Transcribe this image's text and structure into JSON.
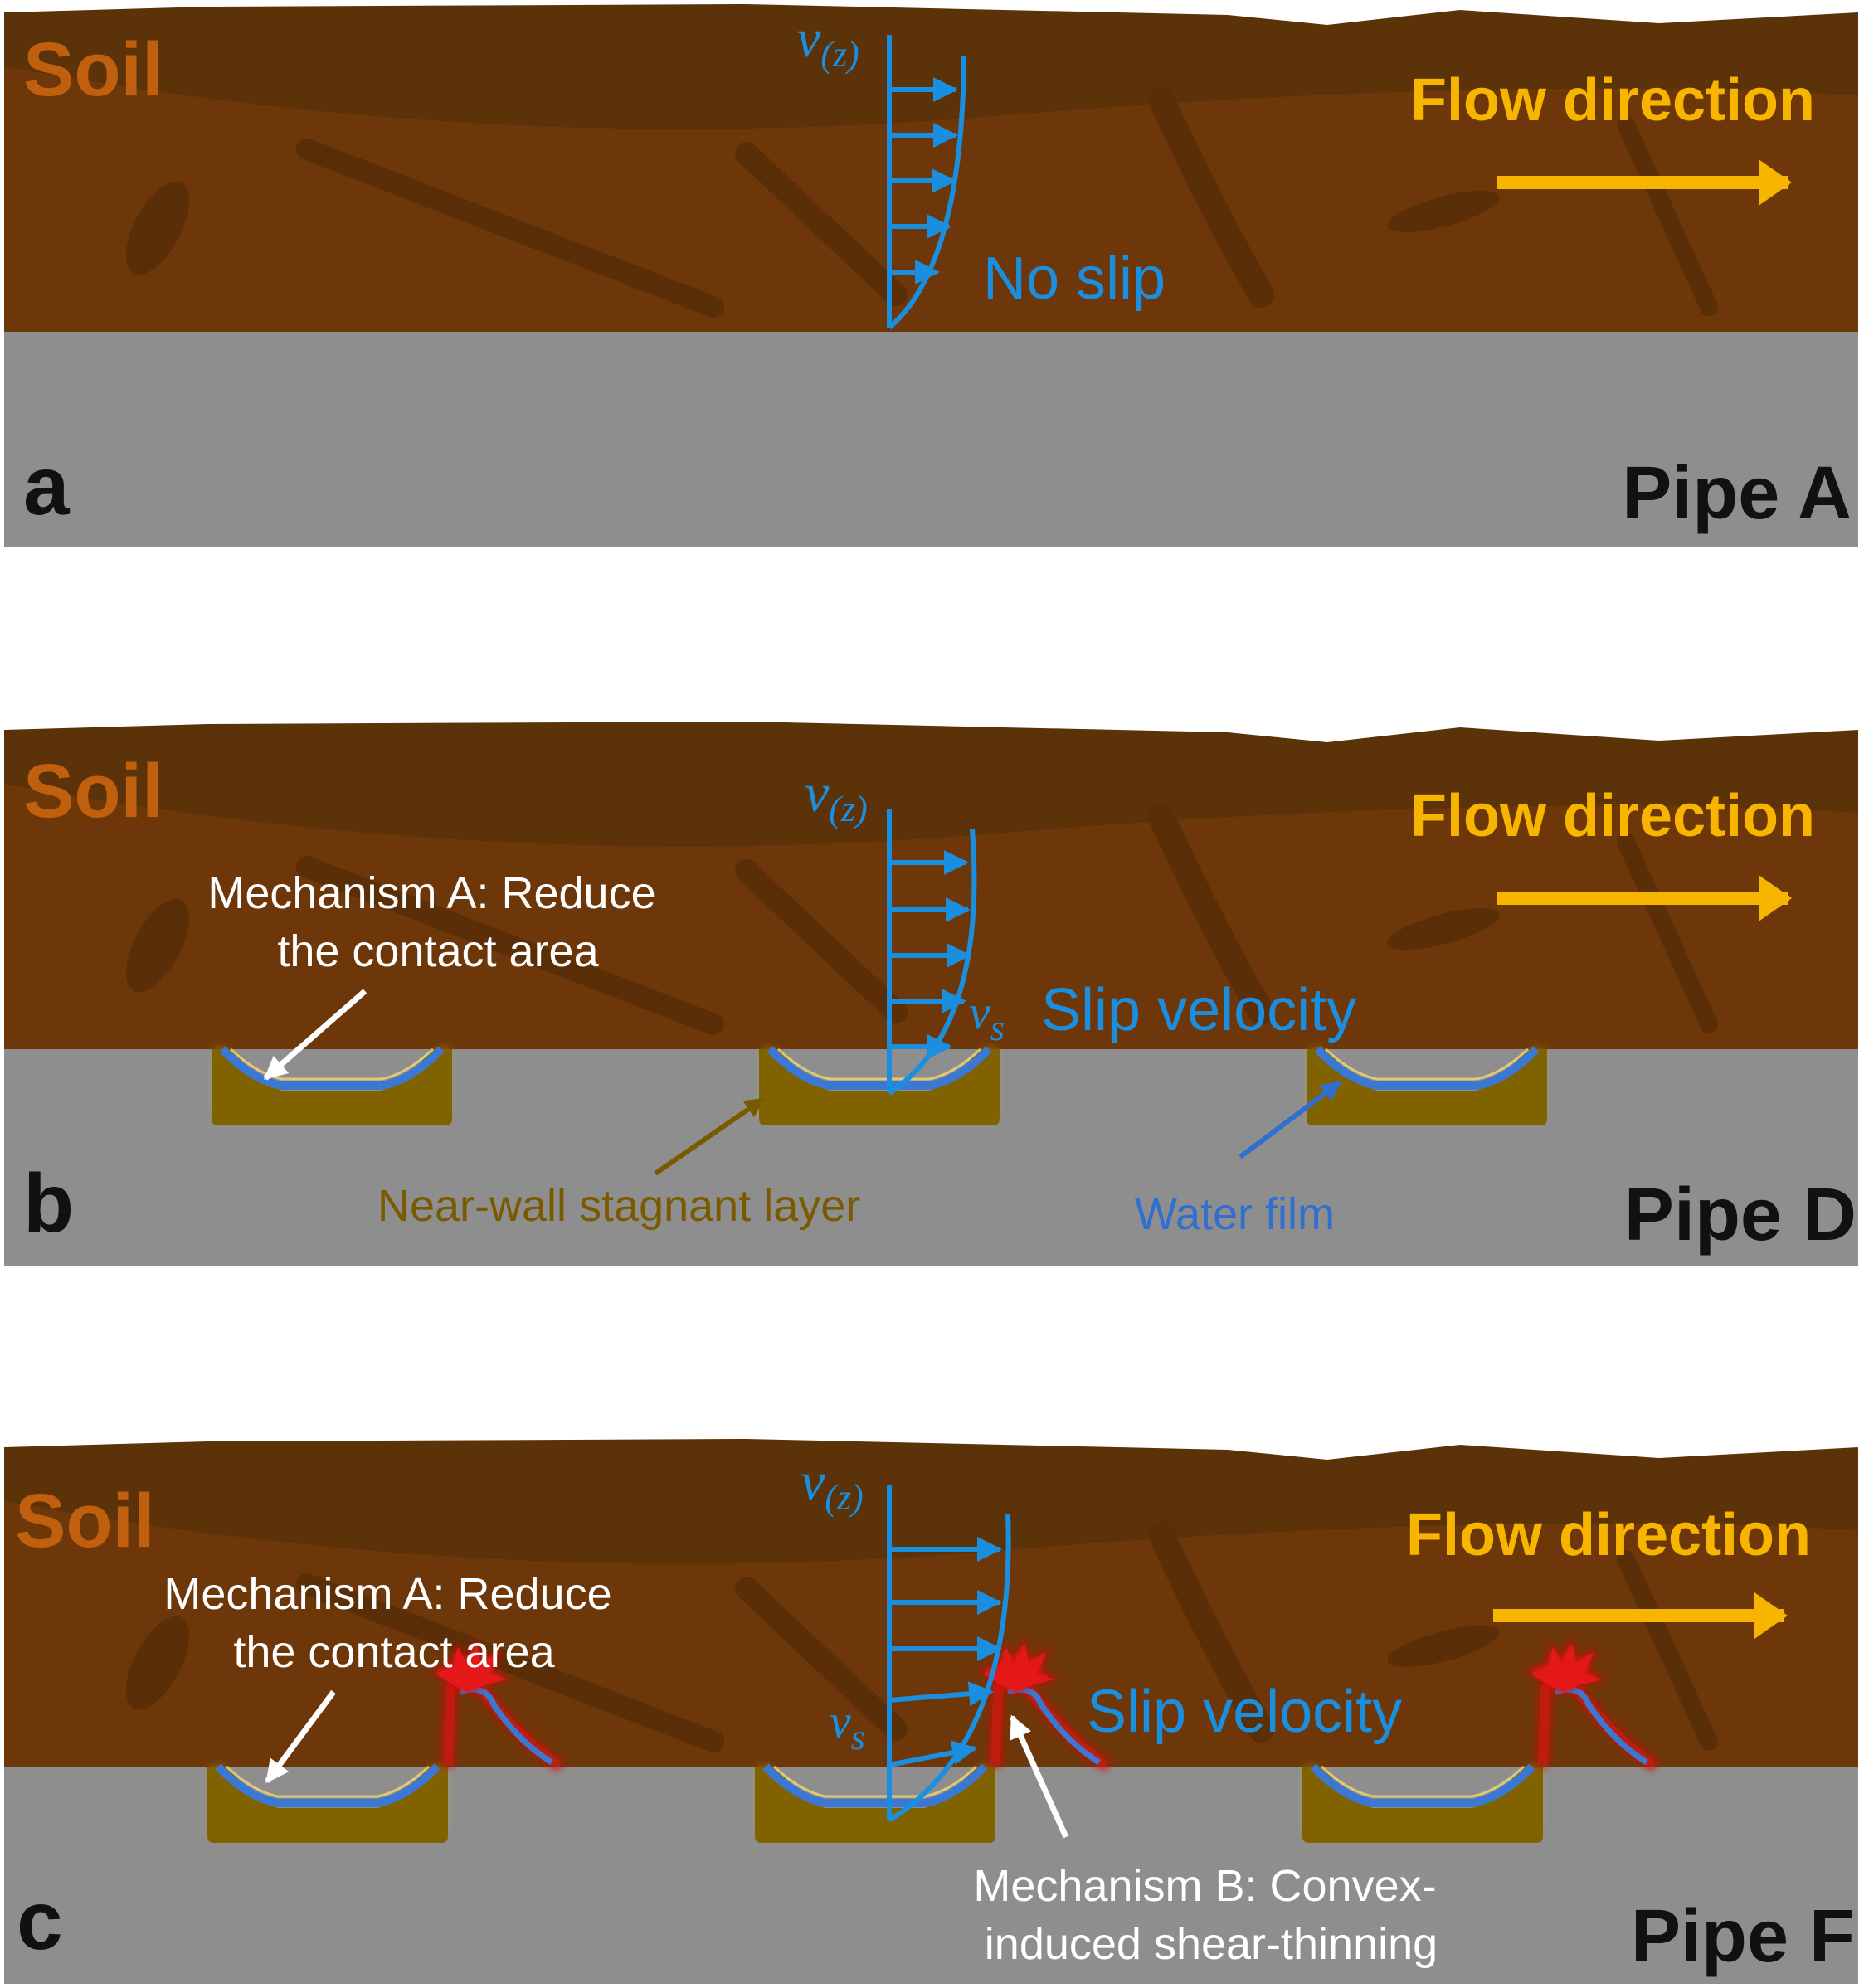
{
  "panels": [
    {
      "letter": "a",
      "pipe": "Pipe A",
      "soil": "Soil",
      "flow": "Flow direction",
      "vz_main": "v",
      "vz_sub": "(z)",
      "no_slip": "No slip"
    },
    {
      "letter": "b",
      "pipe": "Pipe D",
      "soil": "Soil",
      "flow": "Flow direction",
      "vz_main": "v",
      "vz_sub": "(z)",
      "slip": "Slip velocity",
      "vs_main": "v",
      "vs_sub": "s",
      "mech_a_line1": "Mechanism A: Reduce",
      "mech_a_line2": "the contact area",
      "stagnant": "Near-wall stagnant layer",
      "water_film": "Water film"
    },
    {
      "letter": "c",
      "pipe": "Pipe F",
      "soil": "Soil",
      "flow": "Flow direction",
      "vz_main": "v",
      "vz_sub": "(z)",
      "slip": "Slip velocity",
      "vs_main": "v",
      "vs_sub": "s",
      "mech_a_line1": "Mechanism A: Reduce",
      "mech_a_line2": "the contact area",
      "mech_b_line1": "Mechanism B: Convex-",
      "mech_b_line2": "induced shear-thinning"
    }
  ],
  "colors": {
    "soil_dark": "#5c3208",
    "soil_mid": "#6e3709",
    "pipe_wall": "#8e8e8e",
    "velocity_blue": "#1a8fe0",
    "flow_arrow": "#f7b500",
    "stagnant_layer": "#8a6a00",
    "water_film": "#3a78d4",
    "convex_red": "#e01010"
  }
}
